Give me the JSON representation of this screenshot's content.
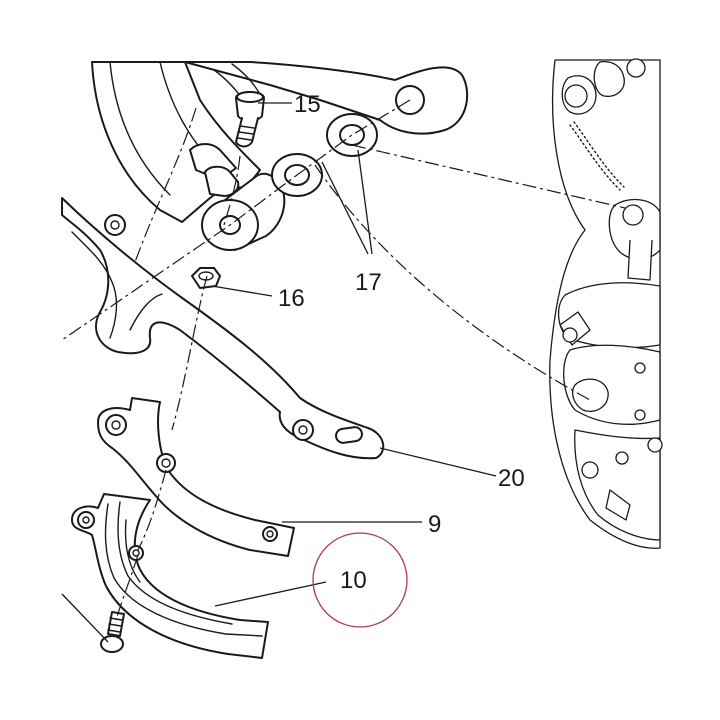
{
  "callouts": {
    "c15": "15",
    "c16": "16",
    "c17": "17",
    "c20": "20",
    "c9": "9",
    "c10": "10"
  },
  "colors": {
    "line": "#1a1a1a",
    "highlight_circle": "#b03a55",
    "background": "#ffffff"
  }
}
